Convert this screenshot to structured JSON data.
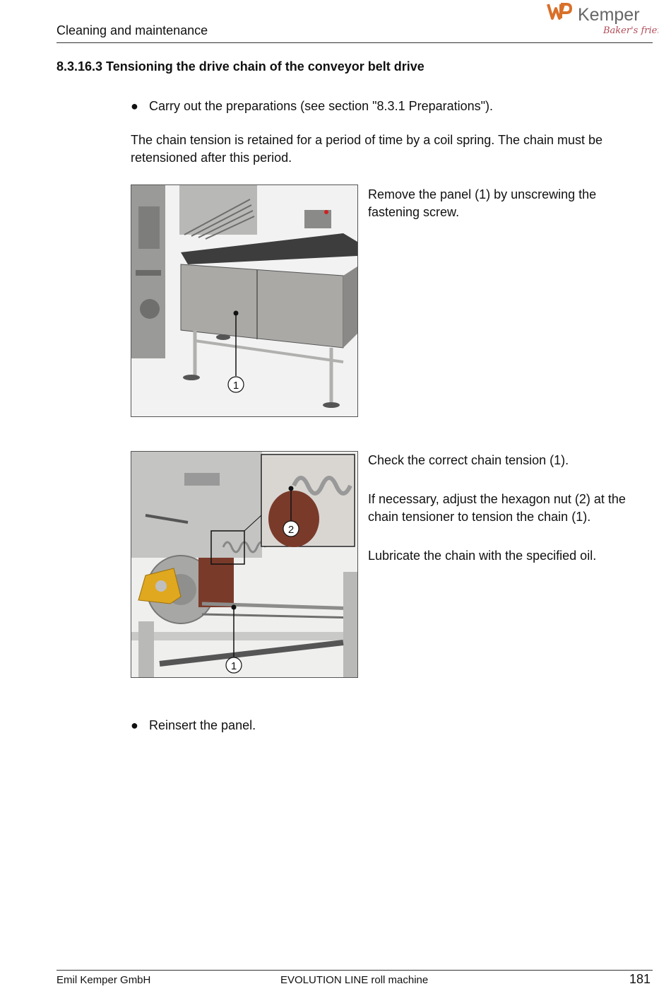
{
  "header": {
    "title": "Cleaning and maintenance",
    "logo_text": "Kemper",
    "logo_tagline": "Baker's friend"
  },
  "section": {
    "title": "8.3.16.3 Tensioning the drive chain of the conveyor belt drive"
  },
  "steps": {
    "bullet_1": "Carry out the preparations (see section \"8.3.1 Preparations\").",
    "intro_line_1": "The chain tension is retained for a period of time by a coil spring. The chain must be",
    "intro_line_2": "retensioned after this period.",
    "figure_1": {
      "text_line_1": "Remove the panel (1) by unscrewing the",
      "text_line_2": "fastening screw.",
      "callout_1": "1"
    },
    "figure_2": {
      "text_1": "Check the correct chain tension (1).",
      "text_2_line_1": "If necessary, adjust the hexagon nut (2) at the",
      "text_2_line_2": "chain tensioner to tension the chain (1).",
      "text_3": "Lubricate the chain with the specified oil.",
      "callout_1": "1",
      "callout_2": "2"
    },
    "bullet_2": "Reinsert the panel."
  },
  "footer": {
    "company": "Emil Kemper GmbH",
    "product": "EVOLUTION LINE roll machine",
    "page_number": "181"
  },
  "colors": {
    "accent_orange": "#d9702a",
    "machine_grey": "#a9a9a7",
    "bearing_yellow": "#e0a81e",
    "belt_brown": "#7a3a2a"
  }
}
